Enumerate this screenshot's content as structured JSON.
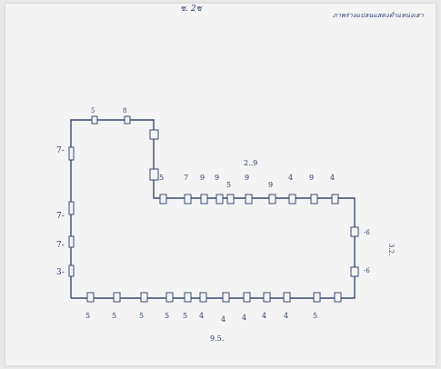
{
  "header": {
    "page_number": "ช. 2ช",
    "note": "ภาพร่างแปลนแสดงตำแหน่งเสา"
  },
  "plan": {
    "dimension_top": "2..9",
    "dimension_bottom": "9.5.",
    "dimension_right": "3.2.",
    "left_side_labels": [
      "7-",
      "7-",
      "7-",
      "3-"
    ],
    "right_side_labels": [
      "-6",
      "-6"
    ],
    "top_upper_labels": [
      "5",
      "8"
    ],
    "top_lower_labels": [
      "5",
      "7",
      "9",
      "9",
      "5",
      "9",
      "9",
      "4",
      "9",
      "4"
    ],
    "bottom_labels": [
      "5",
      "5",
      "5",
      "5",
      "5",
      "4",
      "4",
      "4",
      "4",
      "4",
      "5"
    ]
  },
  "colors": {
    "ink": "#2b3a67",
    "paper": "#f4f4f4"
  }
}
